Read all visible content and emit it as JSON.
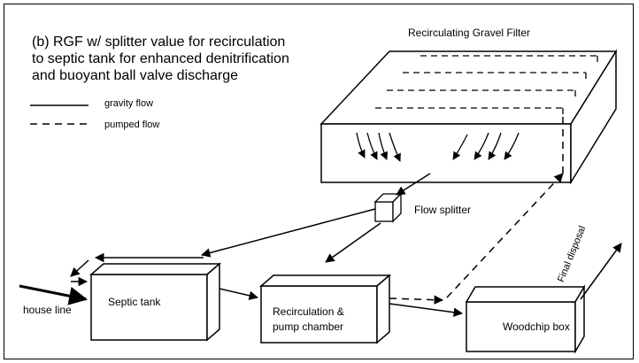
{
  "title": {
    "line1": "(b) RGF w/ splitter value for recirculation",
    "line2": "to septic tank for enhanced denitrification",
    "line3": "and buoyant ball valve discharge"
  },
  "legend": {
    "gravity": "gravity flow",
    "pumped": "pumped flow"
  },
  "components": {
    "rgf": "Recirculating Gravel Filter",
    "splitter": "Flow splitter",
    "septic": "Septic tank",
    "recirc_line1": "Recirculation &",
    "recirc_line2": "pump chamber",
    "woodchip": "Woodchip box",
    "house": "house line",
    "final": "Final disposal"
  }
}
